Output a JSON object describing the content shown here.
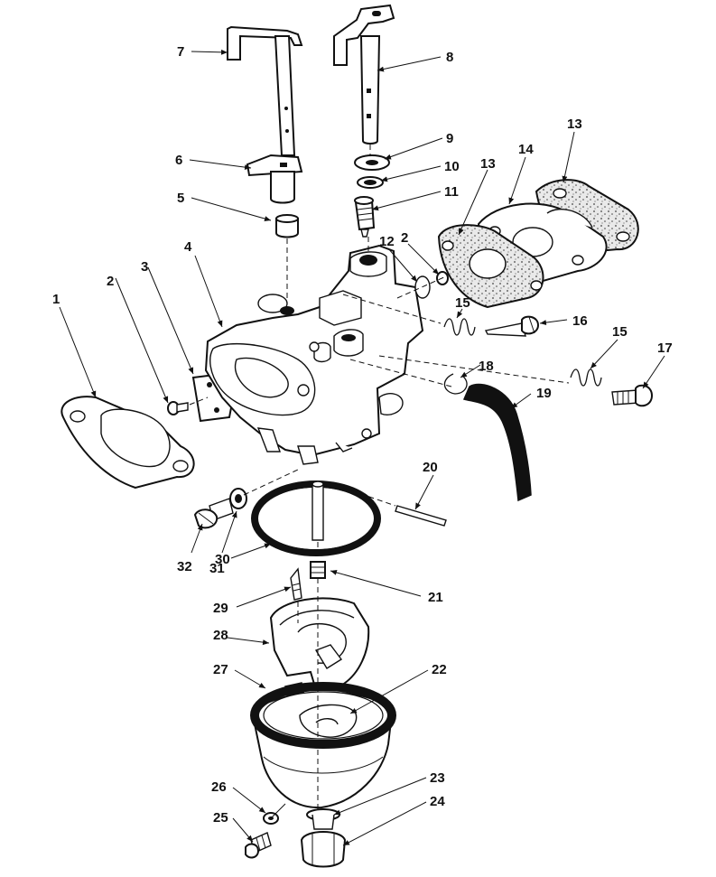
{
  "callouts": {
    "c1": "1",
    "c2a": "2",
    "c2b": "2",
    "c3": "3",
    "c4": "4",
    "c5": "5",
    "c6": "6",
    "c7": "7",
    "c8": "8",
    "c9": "9",
    "c10": "10",
    "c11": "11",
    "c12": "12",
    "c13a": "13",
    "c13b": "13",
    "c14": "14",
    "c15a": "15",
    "c15b": "15",
    "c16": "16",
    "c17": "17",
    "c18": "18",
    "c19": "19",
    "c20": "20",
    "c21": "21",
    "c22": "22",
    "c23": "23",
    "c24": "24",
    "c25": "25",
    "c26": "26",
    "c27": "27",
    "c28": "28",
    "c29": "29",
    "c30": "30",
    "c31": "31",
    "c32": "32"
  }
}
